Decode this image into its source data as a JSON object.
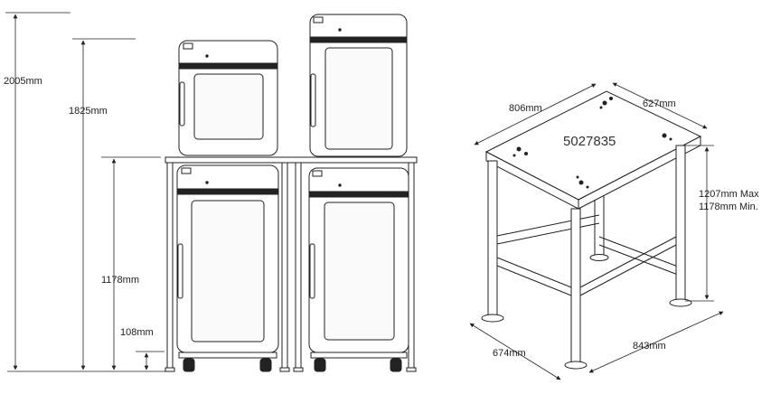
{
  "left_view": {
    "dimensions": {
      "total_height": "2005mm",
      "upper_height": "1825mm",
      "stand_height": "1178mm",
      "foot_height": "108mm"
    }
  },
  "right_view": {
    "product_code": "5027835",
    "dimensions": {
      "top_depth": "806mm",
      "top_width": "627mm",
      "height_max": "1207mm Max",
      "height_min": "1178mm Min.",
      "foot_depth": "674mm",
      "foot_width": "843mm"
    }
  },
  "colors": {
    "line": "#222222",
    "door_fill": "#fafafa"
  }
}
